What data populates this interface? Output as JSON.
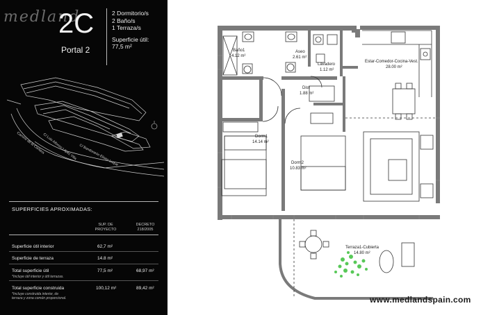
{
  "branding": {
    "logo_text": "medland",
    "watermark": "www.medlandspain.com"
  },
  "unit": {
    "code": "2C",
    "portal": "Portal 2",
    "bedrooms": "2 Dormitorio/s",
    "bathrooms": "2 Baño/s",
    "terraces": "1 Terraza/s",
    "useful_area_label": "Superficie útil:",
    "useful_area_value": "77,5 m²"
  },
  "site_map": {
    "street_1": "Camino de la Cantera",
    "street_2": "C/ Luis Alfonso López Villa",
    "street_3": "C/ Bandoneón Eliseo Luque"
  },
  "surfaces": {
    "title": "SUPERFICIES APROXIMADAS:",
    "col_project": [
      "SUP. DE",
      "PROYECTO"
    ],
    "col_decree": [
      "DECRETO",
      "218/2005"
    ],
    "rows": [
      {
        "label": "Superficie útil interior",
        "project": "62,7  m²",
        "decree": ""
      },
      {
        "label": "Superficie de terraza",
        "project": "14.8  m²",
        "decree": ""
      },
      {
        "label": "Total superficie útil",
        "project": "77,5 m²",
        "decree": "68,97 m²",
        "note": "*Incluye útil interior y útil terrazas."
      },
      {
        "label": "Total superficie construida",
        "project": "100,12 m²",
        "decree": "89,42 m²",
        "note": "*Incluye construida interior, de terraza y zona común proporcional."
      }
    ]
  },
  "rooms": {
    "bano": {
      "name": "Baño1",
      "area": "4.12 m²"
    },
    "aseo": {
      "name": "Aseo",
      "area": "2.61 m²"
    },
    "lavadero": {
      "name": "Lavadero",
      "area": "1.12 m²"
    },
    "estar": {
      "name": "Estar-Comedor-Cocina-Vest.",
      "area": "28.00 m²"
    },
    "dist": {
      "name": "Dist",
      "area": "1.88 m²"
    },
    "dorm1": {
      "name": "Dorm1",
      "area": "14.14 m²"
    },
    "dorm2": {
      "name": "Dorm2",
      "area": "10.83 m²"
    },
    "terraza": {
      "name": "Terraza1-Cubierta",
      "area": "14.80 m²"
    }
  },
  "colors": {
    "panel_bg": "#060606",
    "wall": "#7a7a7a",
    "plants": "#3cbf3c"
  }
}
